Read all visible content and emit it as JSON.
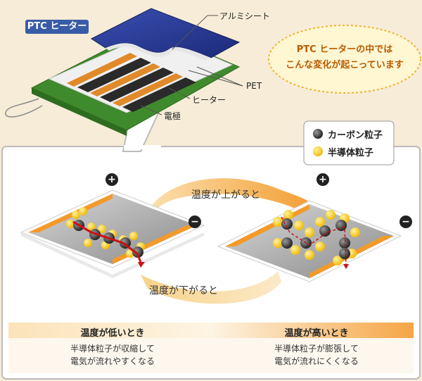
{
  "header_badge": "PTC ヒーター",
  "layers": {
    "aluminum_sheet": "アルミシート",
    "pet": "PET",
    "heater": "ヒーター",
    "electrode": "電極"
  },
  "bubble": {
    "line1": "PTC ヒーターの中では",
    "line2": "こんな変化が起こっています"
  },
  "legend": {
    "carbon": "カーボン粒子",
    "semiconductor": "半導体粒子"
  },
  "cycle": {
    "temp_up": "温度が上がると",
    "temp_down": "温度が下がると"
  },
  "terminals": {
    "plus": "+",
    "minus": "−"
  },
  "columns": {
    "low": {
      "title": "温度が低いとき",
      "line1": "半導体粒子が収縮して",
      "line2": "電気が流れやすくなる"
    },
    "high": {
      "title": "温度が高いとき",
      "line1": "半導体粒子が膨張して",
      "line2": "電気が流れにくくなる"
    }
  },
  "colors": {
    "bubble_text": "#b85c00",
    "carbon": "#333333",
    "semiconductor": "#f5c400",
    "arrow": "#cc1111",
    "accent_orange": "#f39a2b"
  }
}
